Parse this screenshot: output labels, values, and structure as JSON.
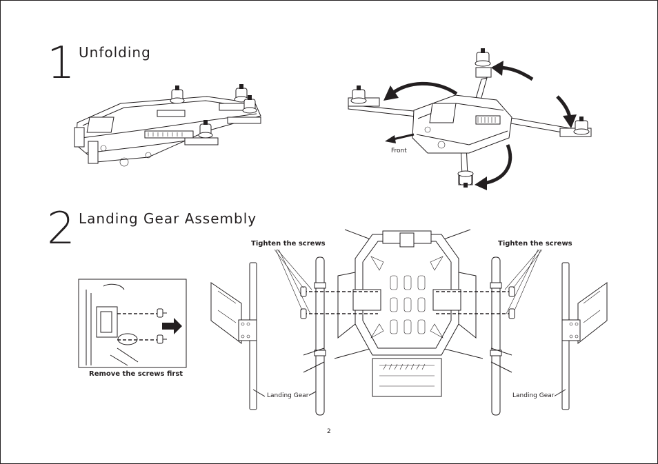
{
  "steps": [
    {
      "number": "1",
      "title": "Unfolding"
    },
    {
      "number": "2",
      "title": "Landing Gear Assembly"
    }
  ],
  "unfolding": {
    "front_label": "Front"
  },
  "assembly": {
    "detail_caption": "Remove the screws first",
    "tighten_left": "Tighten the screws",
    "tighten_right": "Tighten the screws",
    "landing_gear_left": "Landing Gear",
    "landing_gear_right": "Landing Gear"
  },
  "page_number": "2"
}
